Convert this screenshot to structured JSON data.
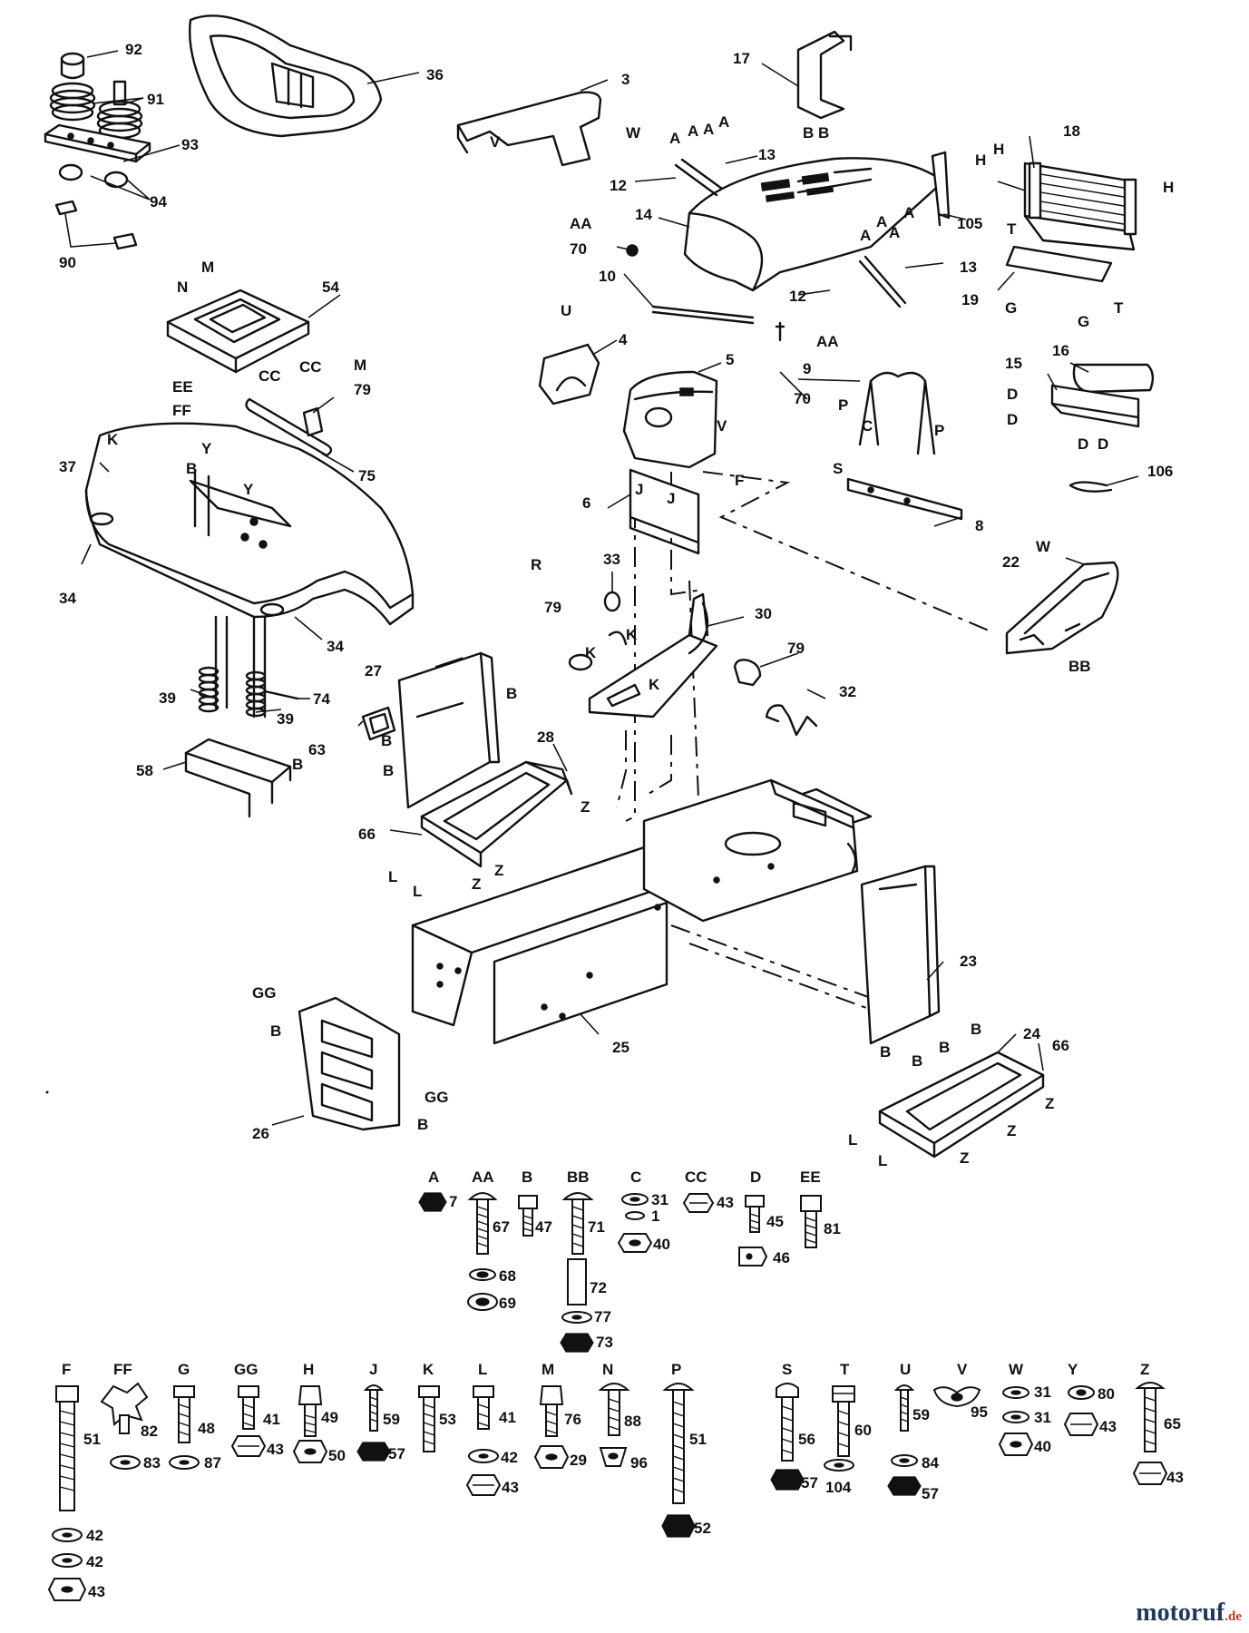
{
  "callouts": [
    {
      "id": "c92",
      "t": "92"
    },
    {
      "id": "c91",
      "t": "91"
    },
    {
      "id": "c93",
      "t": "93"
    },
    {
      "id": "c94",
      "t": "94"
    },
    {
      "id": "c90",
      "t": "90"
    },
    {
      "id": "c36",
      "t": "36"
    },
    {
      "id": "c3",
      "t": "3"
    },
    {
      "id": "c17",
      "t": "17"
    },
    {
      "id": "c18",
      "t": "18"
    },
    {
      "id": "c13a",
      "t": "13"
    },
    {
      "id": "c12a",
      "t": "12"
    },
    {
      "id": "c14",
      "t": "14"
    },
    {
      "id": "c70a",
      "t": "70"
    },
    {
      "id": "c10",
      "t": "10"
    },
    {
      "id": "c12b",
      "t": "12"
    },
    {
      "id": "c13b",
      "t": "13"
    },
    {
      "id": "c105",
      "t": "105"
    },
    {
      "id": "c19",
      "t": "19"
    },
    {
      "id": "c54",
      "t": "54"
    },
    {
      "id": "c4",
      "t": "4"
    },
    {
      "id": "c5",
      "t": "5"
    },
    {
      "id": "c9",
      "t": "9"
    },
    {
      "id": "c70b",
      "t": "70"
    },
    {
      "id": "c16",
      "t": "16"
    },
    {
      "id": "c15",
      "t": "15"
    },
    {
      "id": "c79a",
      "t": "79"
    },
    {
      "id": "c75",
      "t": "75"
    },
    {
      "id": "c37",
      "t": "37"
    },
    {
      "id": "c34a",
      "t": "34"
    },
    {
      "id": "c34b",
      "t": "34"
    },
    {
      "id": "c6",
      "t": "6"
    },
    {
      "id": "c8",
      "t": "8"
    },
    {
      "id": "c106",
      "t": "106"
    },
    {
      "id": "c22",
      "t": "22"
    },
    {
      "id": "c33",
      "t": "33"
    },
    {
      "id": "c30",
      "t": "30"
    },
    {
      "id": "c79b",
      "t": "79"
    },
    {
      "id": "c79c",
      "t": "79"
    },
    {
      "id": "c27",
      "t": "27"
    },
    {
      "id": "c32",
      "t": "32"
    },
    {
      "id": "c39a",
      "t": "39"
    },
    {
      "id": "c39b",
      "t": "39"
    },
    {
      "id": "c74",
      "t": "74"
    },
    {
      "id": "c63",
      "t": "63"
    },
    {
      "id": "c58",
      "t": "58"
    },
    {
      "id": "c28",
      "t": "28"
    },
    {
      "id": "c66a",
      "t": "66"
    },
    {
      "id": "c23",
      "t": "23"
    },
    {
      "id": "c25",
      "t": "25"
    },
    {
      "id": "c24",
      "t": "24"
    },
    {
      "id": "c66b",
      "t": "66"
    },
    {
      "id": "c26",
      "t": "26"
    }
  ],
  "letters": [
    {
      "id": "lA1",
      "t": "A"
    },
    {
      "id": "lA2",
      "t": "A"
    },
    {
      "id": "lA3",
      "t": "A"
    },
    {
      "id": "lA4",
      "t": "A"
    },
    {
      "id": "lA5",
      "t": "A"
    },
    {
      "id": "lA6",
      "t": "A"
    },
    {
      "id": "lA7",
      "t": "A"
    },
    {
      "id": "lA8",
      "t": "A"
    },
    {
      "id": "lV1",
      "t": "V"
    },
    {
      "id": "lW1",
      "t": "W"
    },
    {
      "id": "lBB1",
      "t": "B B"
    },
    {
      "id": "lH1",
      "t": "H"
    },
    {
      "id": "lH2",
      "t": "H"
    },
    {
      "id": "lH3",
      "t": "H"
    },
    {
      "id": "lAA1",
      "t": "AA"
    },
    {
      "id": "lAA2",
      "t": "AA"
    },
    {
      "id": "lT1",
      "t": "T"
    },
    {
      "id": "lT2",
      "t": "T"
    },
    {
      "id": "lG1",
      "t": "G"
    },
    {
      "id": "lG2",
      "t": "G"
    },
    {
      "id": "lN1",
      "t": "N"
    },
    {
      "id": "lM1",
      "t": "M"
    },
    {
      "id": "lM2",
      "t": "M"
    },
    {
      "id": "lEE1",
      "t": "EE"
    },
    {
      "id": "lFF1",
      "t": "FF"
    },
    {
      "id": "lCC1",
      "t": "CC"
    },
    {
      "id": "lCC2",
      "t": "CC"
    },
    {
      "id": "lU1",
      "t": "U"
    },
    {
      "id": "lC1",
      "t": "C"
    },
    {
      "id": "lP1",
      "t": "P"
    },
    {
      "id": "lP2",
      "t": "P"
    },
    {
      "id": "lD1",
      "t": "D"
    },
    {
      "id": "lD2",
      "t": "D"
    },
    {
      "id": "lD3",
      "t": "D"
    },
    {
      "id": "lD4",
      "t": "D"
    },
    {
      "id": "lK1",
      "t": "K"
    },
    {
      "id": "lB1",
      "t": "B"
    },
    {
      "id": "lY1",
      "t": "Y"
    },
    {
      "id": "lY2",
      "t": "Y"
    },
    {
      "id": "lV2",
      "t": "V"
    },
    {
      "id": "lF1",
      "t": "F"
    },
    {
      "id": "lS1",
      "t": "S"
    },
    {
      "id": "lJ1",
      "t": "J"
    },
    {
      "id": "lJ2",
      "t": "J"
    },
    {
      "id": "lW2",
      "t": "W"
    },
    {
      "id": "lR1",
      "t": "R"
    },
    {
      "id": "lK2",
      "t": "K"
    },
    {
      "id": "lK3",
      "t": "K"
    },
    {
      "id": "lK4",
      "t": "K"
    },
    {
      "id": "lBB2",
      "t": "BB"
    },
    {
      "id": "lB2",
      "t": "B"
    },
    {
      "id": "lB3",
      "t": "B"
    },
    {
      "id": "lB4",
      "t": "B"
    },
    {
      "id": "lB5",
      "t": "B"
    },
    {
      "id": "lZ1",
      "t": "Z"
    },
    {
      "id": "lZ2",
      "t": "Z"
    },
    {
      "id": "lZ3",
      "t": "Z"
    },
    {
      "id": "lL1",
      "t": "L"
    },
    {
      "id": "lL2",
      "t": "L"
    },
    {
      "id": "lB6",
      "t": "B"
    },
    {
      "id": "lB7",
      "t": "B"
    },
    {
      "id": "lB8",
      "t": "B"
    },
    {
      "id": "lB9",
      "t": "B"
    },
    {
      "id": "lZ4",
      "t": "Z"
    },
    {
      "id": "lZ5",
      "t": "Z"
    },
    {
      "id": "lZ6",
      "t": "Z"
    },
    {
      "id": "lL3",
      "t": "L"
    },
    {
      "id": "lL4",
      "t": "L"
    },
    {
      "id": "lGG1",
      "t": "GG"
    },
    {
      "id": "lB10",
      "t": "B"
    },
    {
      "id": "lGG2",
      "t": "GG"
    },
    {
      "id": "lB11",
      "t": "B"
    }
  ],
  "hardware_keys": [
    {
      "key": "A",
      "parts": [
        "7"
      ]
    },
    {
      "key": "AA",
      "parts": [
        "67",
        "68",
        "69"
      ]
    },
    {
      "key": "B",
      "parts": [
        "47"
      ]
    },
    {
      "key": "BB",
      "parts": [
        "71",
        "72",
        "77",
        "73"
      ]
    },
    {
      "key": "C",
      "parts": [
        "31",
        "1",
        "40"
      ]
    },
    {
      "key": "CC",
      "parts": [
        "43"
      ]
    },
    {
      "key": "D",
      "parts": [
        "45",
        "46"
      ]
    },
    {
      "key": "EE",
      "parts": [
        "81"
      ]
    },
    {
      "key": "F",
      "parts": [
        "51",
        "42",
        "42",
        "43"
      ]
    },
    {
      "key": "FF",
      "parts": [
        "82",
        "83"
      ]
    },
    {
      "key": "G",
      "parts": [
        "48",
        "87"
      ]
    },
    {
      "key": "GG",
      "parts": [
        "41",
        "43"
      ]
    },
    {
      "key": "H",
      "parts": [
        "49",
        "50"
      ]
    },
    {
      "key": "J",
      "parts": [
        "59",
        "57"
      ]
    },
    {
      "key": "K",
      "parts": [
        "53"
      ]
    },
    {
      "key": "L",
      "parts": [
        "41",
        "42",
        "43"
      ]
    },
    {
      "key": "M",
      "parts": [
        "76",
        "29"
      ]
    },
    {
      "key": "N",
      "parts": [
        "88",
        "96"
      ]
    },
    {
      "key": "P",
      "parts": [
        "51",
        "52"
      ]
    },
    {
      "key": "S",
      "parts": [
        "56",
        "57"
      ]
    },
    {
      "key": "T",
      "parts": [
        "60",
        "104"
      ]
    },
    {
      "key": "U",
      "parts": [
        "59",
        "84",
        "57"
      ]
    },
    {
      "key": "V",
      "parts": [
        "95"
      ]
    },
    {
      "key": "W",
      "parts": [
        "31",
        "31",
        "40"
      ]
    },
    {
      "key": "Y",
      "parts": [
        "80",
        "43"
      ]
    },
    {
      "key": "Z",
      "parts": [
        "65",
        "43"
      ]
    }
  ],
  "watermark": {
    "brand": "motoruf",
    "domain": ".de"
  }
}
